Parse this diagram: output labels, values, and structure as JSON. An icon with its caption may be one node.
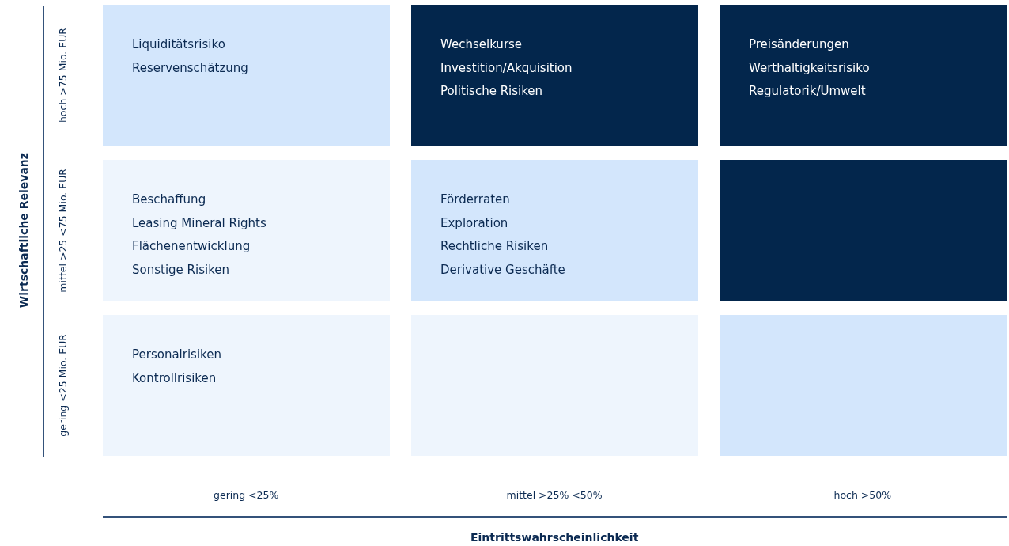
{
  "diagram": {
    "nodes": [
      {
        "text": [
          "Liquiditätsrisiko",
          "Reservenschätzung"
        ]
      },
      {
        "text": [
          "Wechselkurse",
          "Investition/Akquisition",
          "Politische Risiken"
        ]
      },
      {
        "text": [
          "Preisänderungen",
          "Werthaltigkeitsrisiko",
          "Regulatorik/Umwelt"
        ]
      },
      {
        "text": [
          "Beschaffung",
          "Leasing Mineral Rights",
          "Flächenentwicklung",
          "Sonstige Risiken"
        ]
      },
      {
        "text": [
          "Förderraten",
          "Exploration",
          "Rechtliche Risiken",
          "Derivative Geschäfte"
        ]
      },
      {
        "text": [],
        "shape": "box"
      },
      {
        "text": [
          "Personalrisiken",
          "Kontrollrisiken"
        ]
      },
      {
        "text": [],
        "shape": "box"
      },
      {
        "text": [],
        "shape": "box"
      }
    ],
    "edges": [],
    "labels": [
      "Wirtschaftliche Relevanz",
      "hoch >75 Mio. EUR",
      "mittel >25 <75 Mio. EUR",
      "gering <25 Mio. EUR",
      "gering <25%",
      "mittel >25% <50%",
      "hoch >50%",
      "Eintrittswahrscheinlichkeit"
    ]
  }
}
